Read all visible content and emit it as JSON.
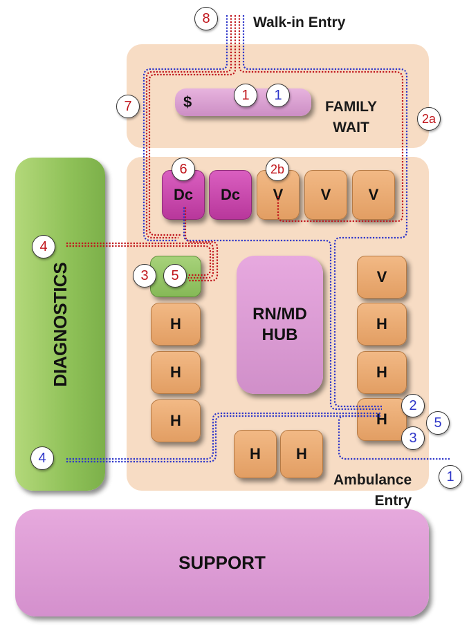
{
  "labels": {
    "walk_in_entry": "Walk-in Entry",
    "family_wait_line1": "FAMILY",
    "family_wait_line2": "WAIT",
    "diagnostics": "DIAGNOSTICS",
    "support": "SUPPORT",
    "hub_line1": "RN/MD",
    "hub_line2": "HUB",
    "ambulance_line1": "Ambulance",
    "ambulance_line2": "Entry",
    "pay_symbol": "$"
  },
  "rooms": {
    "dc1": "Dc",
    "dc2": "Dc",
    "v1": "V",
    "v2": "V",
    "v3": "V",
    "v_right": "V",
    "h_left_1": "H",
    "h_left_2": "H",
    "h_left_3": "H",
    "h_right_1": "H",
    "h_right_2": "H",
    "h_right_3": "H",
    "h_bottom_1": "H",
    "h_bottom_2": "H"
  },
  "markers": {
    "m8": "8",
    "m7": "7",
    "m1_red": "1",
    "m1_blue": "1",
    "m2a": "2a",
    "m6": "6",
    "m2b": "2b",
    "m4_red": "4",
    "m3_red": "3",
    "m5_red": "5",
    "m2_blue": "2",
    "m5_blue": "5",
    "m3_blue": "3",
    "m4_blue": "4",
    "m1_blue_amb": "1"
  },
  "colors": {
    "red_route": "#c0161c",
    "blue_route": "#2d35c9",
    "zone": "#f7dcc4"
  }
}
